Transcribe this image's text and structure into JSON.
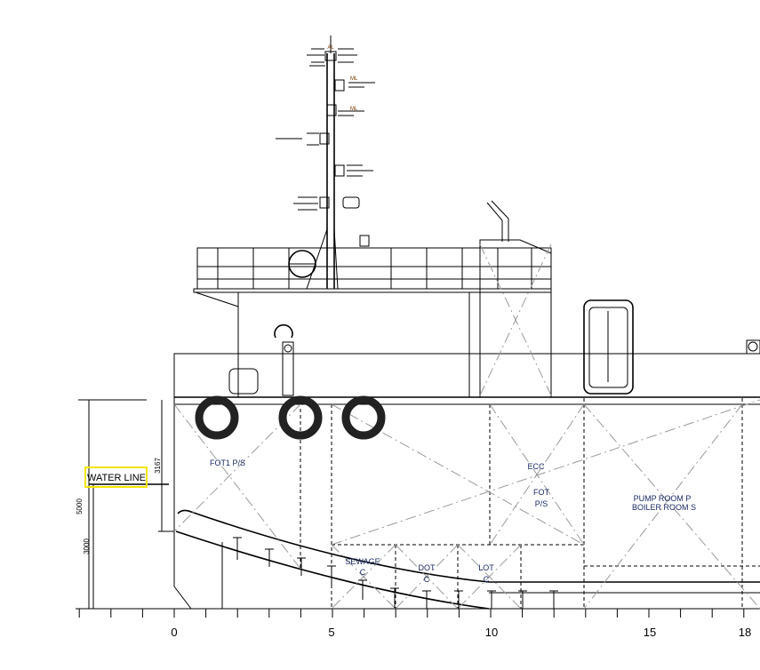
{
  "labels": {
    "water_line": "WATER LINE",
    "fot1": "FOT1 P/S",
    "ecc": "ECC",
    "fot_line1": "FOT",
    "fot_line2": "P/S",
    "pump_room": "PUMP ROOM P",
    "boiler_room": "BOILER ROOM S",
    "sewage_line1": "SEWAGE",
    "sewage_line2": "C",
    "dot_line1": "DOT",
    "dot_line2": "C",
    "lot_line1": "LOT",
    "lot_line2": "C",
    "mast_al": "AL",
    "mast_ml1": "ML",
    "mast_ml2": "ML"
  },
  "dimensions": {
    "depth": "5000",
    "draft": "3000",
    "freeboard": "3167"
  },
  "frame_axis": {
    "ticks": [
      "0",
      "5",
      "10",
      "15",
      "18"
    ]
  },
  "colors": {
    "highlight": "#f5e400",
    "compartment_text": "#1a2a66"
  }
}
